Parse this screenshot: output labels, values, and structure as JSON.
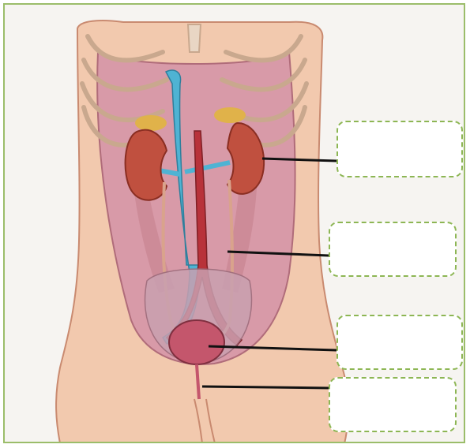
{
  "diagram": {
    "subject": "urinary-system",
    "colors": {
      "frame_border": "#9bbd6a",
      "label_border": "#8db654",
      "skin": "#f2c9ae",
      "kidney": "#c0503f",
      "vein": "#4fb3d3",
      "artery": "#b8323a",
      "bladder": "#c4566c",
      "ureter": "#d9a38c",
      "leader_line": "#111111"
    },
    "labels": [
      {
        "id": "kidney",
        "text": ""
      },
      {
        "id": "ureter",
        "text": ""
      },
      {
        "id": "bladder",
        "text": ""
      },
      {
        "id": "urethra",
        "text": ""
      }
    ]
  }
}
